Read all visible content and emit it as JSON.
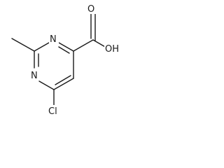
{
  "molecule": {
    "atoms": {
      "oxygen_carbonyl": "O",
      "hydroxyl": "OH",
      "nitrogen_top": "N",
      "nitrogen_left": "N",
      "chlorine": "Cl"
    },
    "colors": {
      "bond": "#1a1a1a",
      "label": "#1a1a1a",
      "background": "#ffffff"
    }
  }
}
